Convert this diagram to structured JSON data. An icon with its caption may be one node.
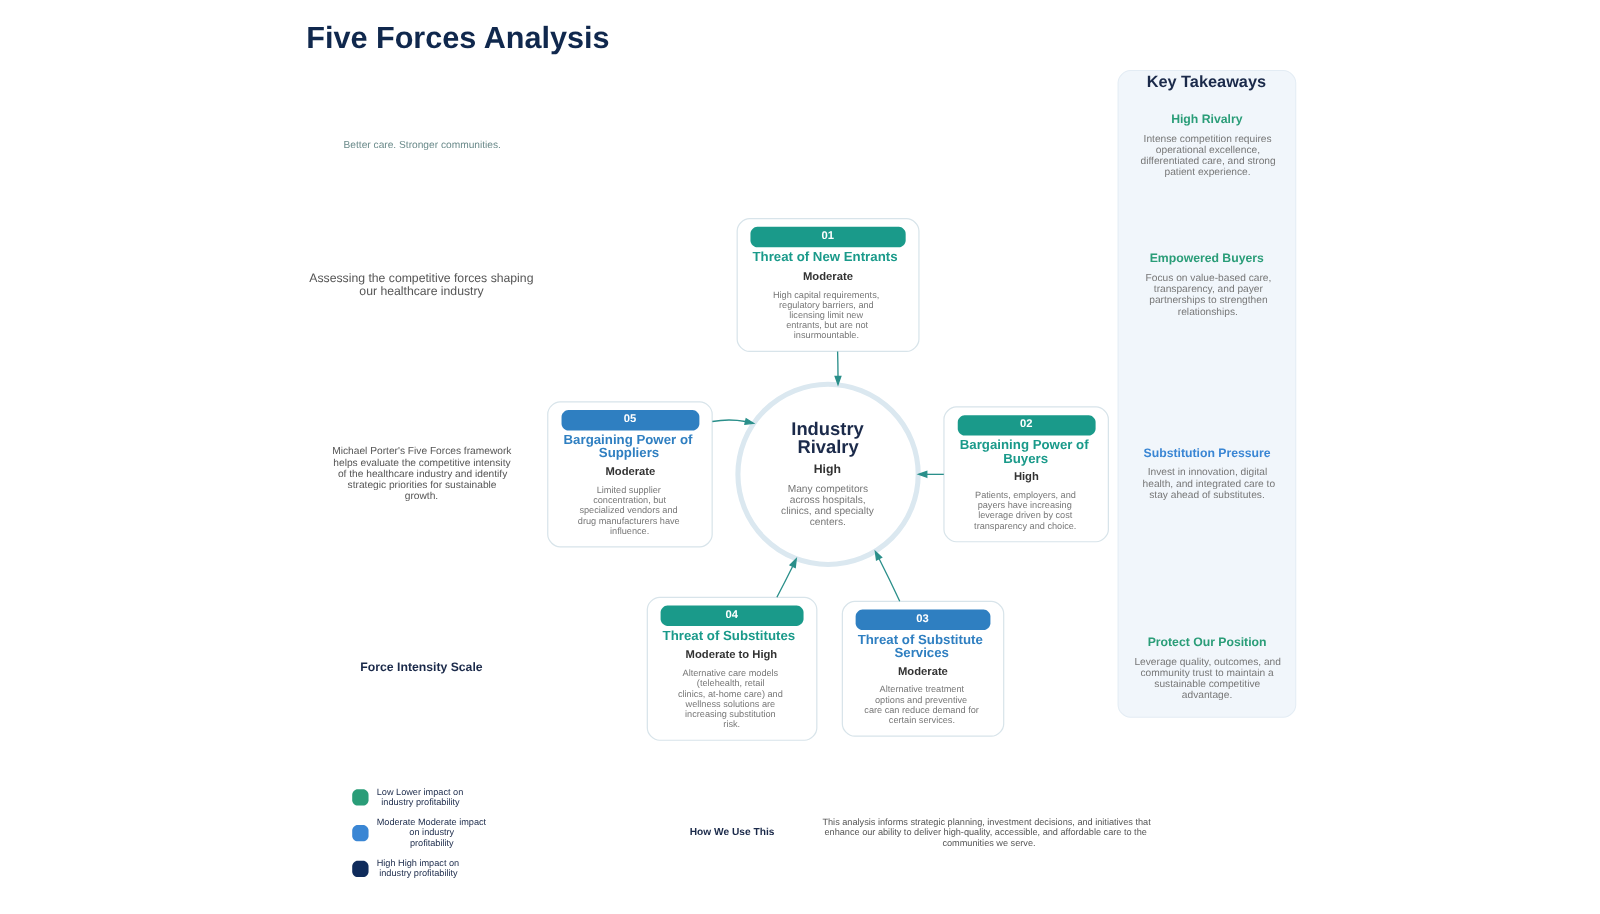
{
  "diagram": {
    "title": "Five Forces Analysis",
    "nodes": [
      {
        "text": [
          "01",
          "Threat of New Entrants",
          "Moderate",
          "High capital requirements, regulatory barriers, and licensing limit new entrants, but are not insurmountable."
        ]
      },
      {
        "text": [
          "05",
          "Bargaining Power of Suppliers",
          "Moderate",
          "Limited supplier concentration, but specialized vendors and drug manufacturers have influence."
        ]
      },
      {
        "text": [
          "Industry Rivalry",
          "High",
          "Many competitors across hospitals, clinics, and specialty centers."
        ]
      },
      {
        "text": [
          "02",
          "Bargaining Power of Buyers",
          "High",
          "Patients, employers, and payers have increasing leverage driven by cost transparency and choice."
        ]
      },
      {
        "text": [
          "04",
          "Threat of Substitutes",
          "Moderate to High",
          "Alternative care models (telehealth, retail clinics, at-home care) and wellness solutions are increasing substitution risk."
        ]
      },
      {
        "text": [
          "03",
          "Threat of Substitute Services",
          "Moderate",
          "Alternative treatment options and preventive care can reduce demand for certain services."
        ]
      },
      {
        "text": [
          "Key Takeaways"
        ]
      },
      {
        "text": [
          "High Rivalry",
          "Intense competition requires operational excellence, differentiated care, and strong patient experience."
        ],
        "in": 6
      },
      {
        "text": [
          "Empowered Buyers",
          "Focus on value-based care, transparency, and payer partnerships to strengthen relationships."
        ],
        "in": 6
      },
      {
        "text": [
          "Substitution Pressure",
          "Invest in innovation, digital health, and integrated care to stay ahead of substitutes."
        ],
        "in": 6
      },
      {
        "text": [
          "Protect Our Position",
          "Leverage quality, outcomes, and community trust to maintain a sustainable competitive advantage."
        ],
        "in": 6
      }
    ],
    "edges": [
      {
        "from": 0,
        "to": 2,
        "arrow": "to"
      },
      {
        "from": 1,
        "to": 2,
        "arrow": "to"
      },
      {
        "from": 3,
        "to": 2,
        "arrow": "to"
      },
      {
        "from": 4,
        "to": 2,
        "arrow": "to"
      },
      {
        "from": 5,
        "to": 2,
        "arrow": "to"
      }
    ],
    "labels": [
      "Better care. Stronger communities.",
      "Assessing the competitive forces shaping our healthcare industry",
      "Michael Porter's Five Forces framework helps evaluate the competitive intensity of the healthcare industry and identify strategic priorities for sustainable growth.",
      "Force Intensity Scale",
      "How We Use This",
      "This analysis informs strategic planning, investment decisions, and initiatives that enhance our ability to deliver high-quality, accessible, and affordable care to the communities we serve."
    ],
    "legend": [
      {
        "text": "Low Lower impact on industry profitability",
        "color": "#2a9d78"
      },
      {
        "text": "Moderate Moderate impact on industry profitability",
        "color": "#3a86d4"
      },
      {
        "text": "High High impact on industry profitability",
        "color": "#0f2b5b"
      }
    ]
  }
}
